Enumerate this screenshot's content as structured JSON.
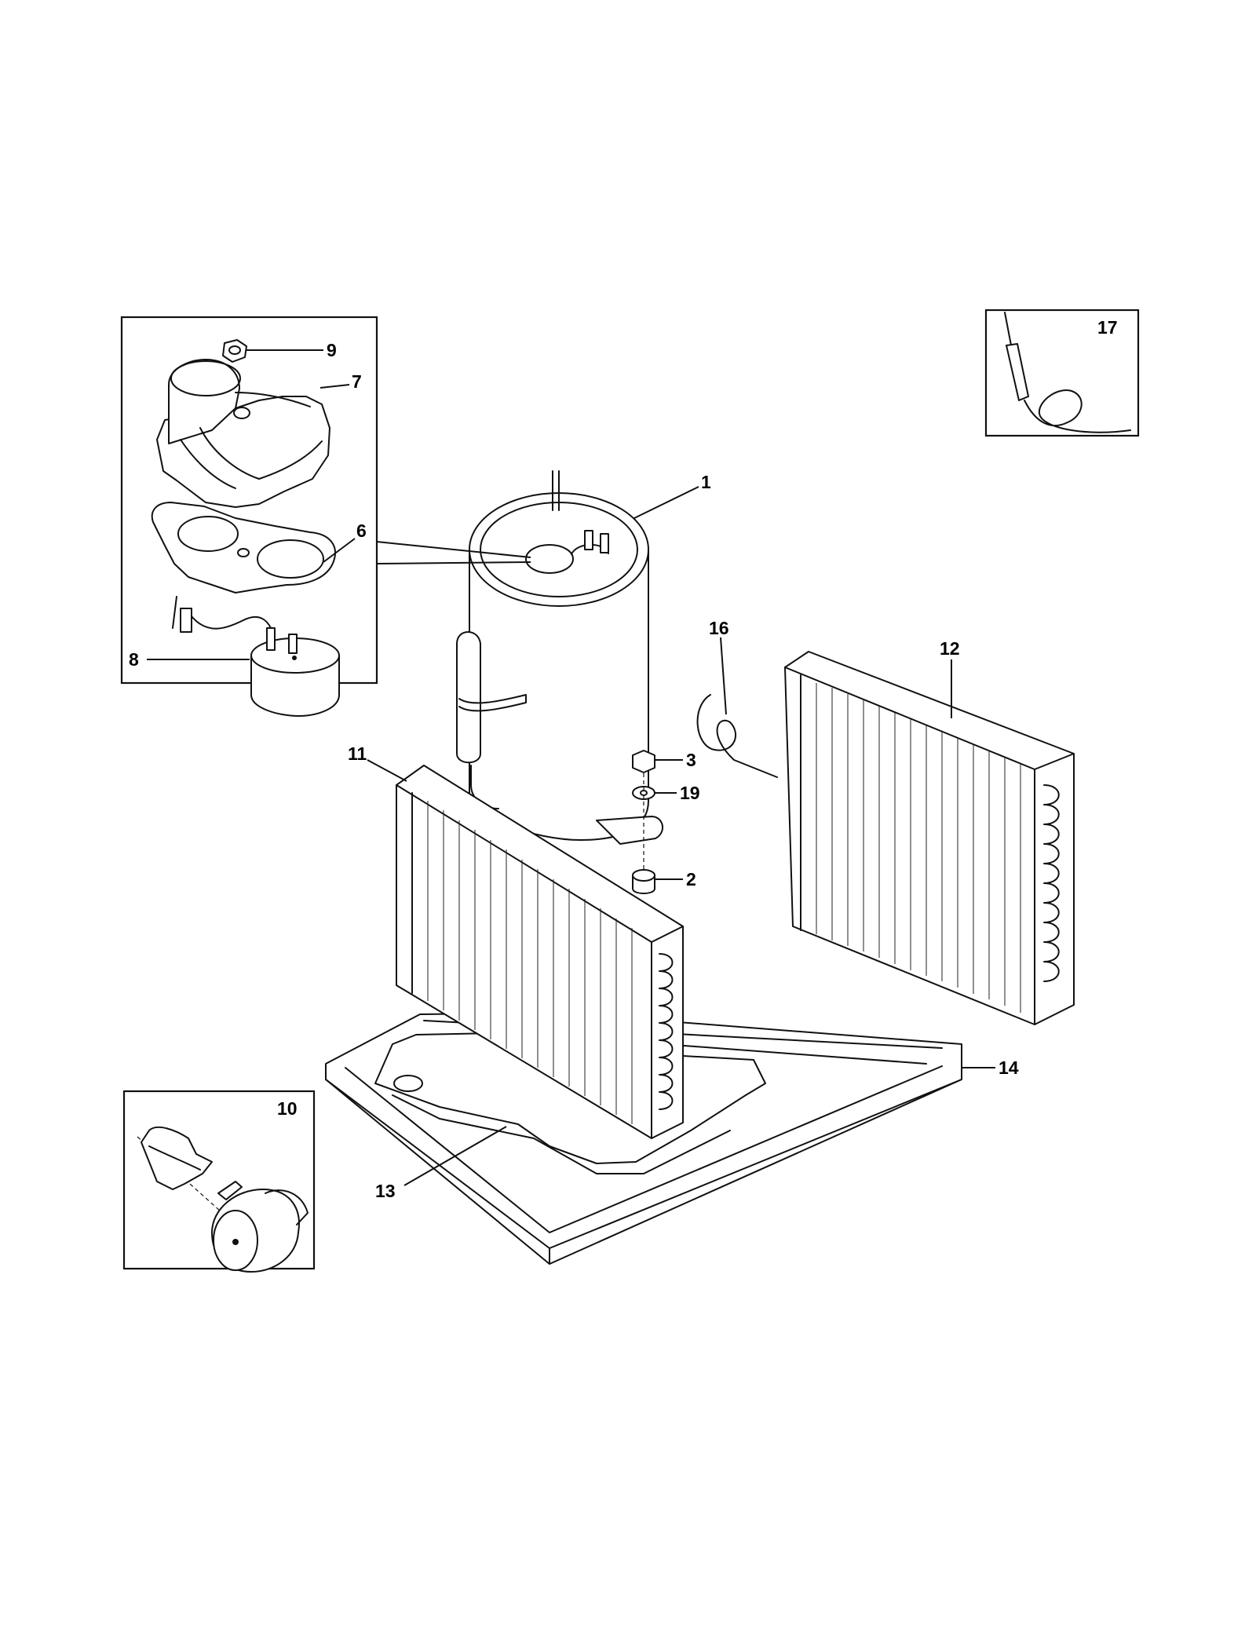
{
  "callouts": {
    "c1": "1",
    "c2": "2",
    "c3": "3",
    "c6": "6",
    "c7": "7",
    "c8": "8",
    "c9": "9",
    "c10": "10",
    "c11": "11",
    "c12": "12",
    "c13": "13",
    "c14": "14",
    "c16": "16",
    "c17": "17",
    "c19": "19"
  }
}
